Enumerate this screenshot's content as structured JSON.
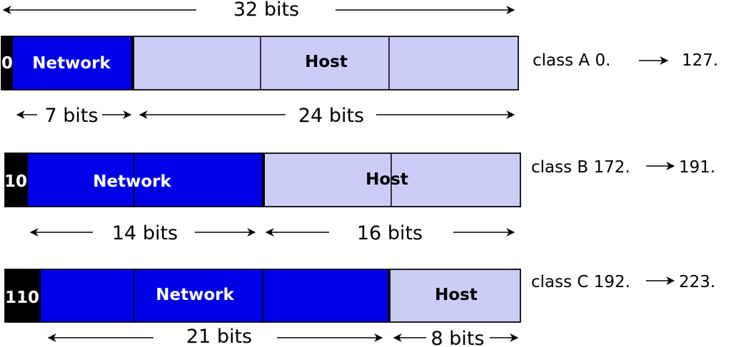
{
  "top": {
    "label": "32 bits"
  },
  "colors": {
    "prefix": "#000000",
    "network": "#0000e6",
    "host": "#ccccf8",
    "border": "#000000"
  },
  "classes": [
    {
      "prefix": "0",
      "network_label": "Network",
      "host_label": "Host",
      "network_bits": "7 bits",
      "host_bits": "24 bits",
      "range": {
        "name": "class A 0.",
        "end": "127."
      }
    },
    {
      "prefix": "10",
      "network_label": "Network",
      "host_label": "Host",
      "network_bits": "14 bits",
      "host_bits": "16 bits",
      "range": {
        "name": "class B 172.",
        "end": "191."
      }
    },
    {
      "prefix": "110",
      "network_label": "Network",
      "host_label": "Host",
      "network_bits": "21 bits",
      "host_bits": "8 bits",
      "range": {
        "name": "class C 192.",
        "end": "223."
      }
    }
  ]
}
